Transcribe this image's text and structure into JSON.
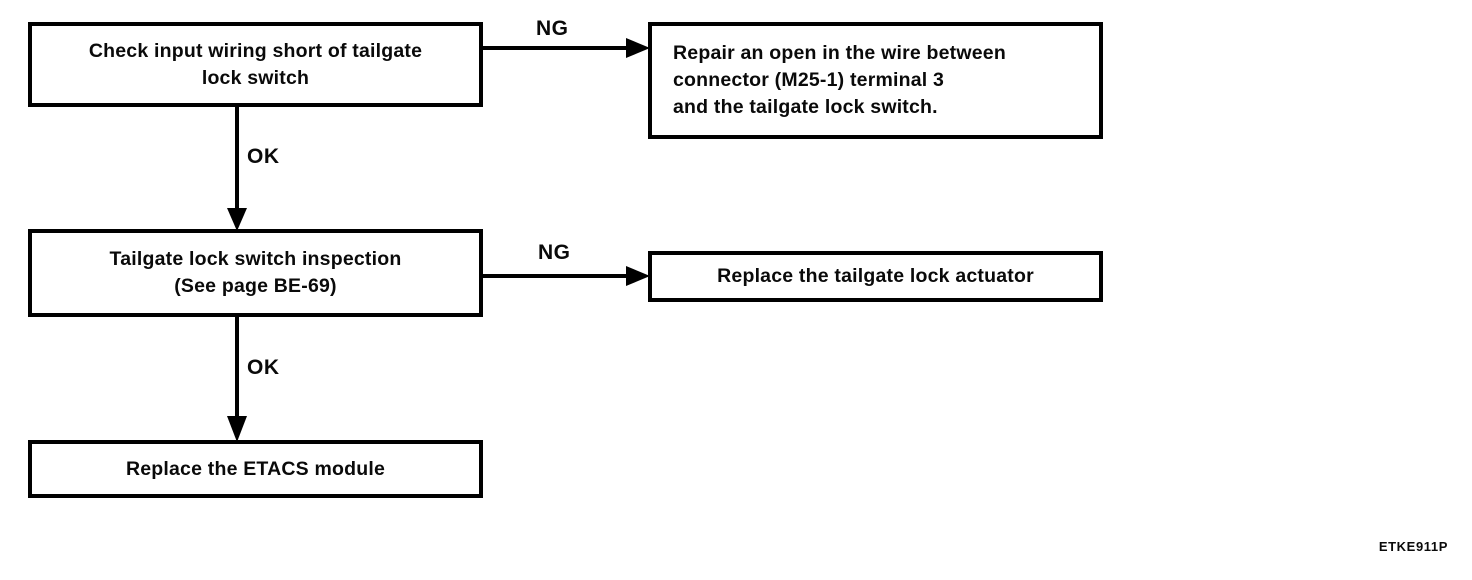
{
  "diagram": {
    "type": "flowchart",
    "nodes": {
      "check_wiring": {
        "text": "Check input wiring short of tailgate\nlock switch"
      },
      "repair_open": {
        "text": "Repair an open in the wire between\nconnector (M25-1) terminal 3\nand the tailgate lock switch."
      },
      "switch_inspection": {
        "text": "Tailgate lock switch inspection\n(See page BE-69)"
      },
      "replace_actuator": {
        "text": "Replace the tailgate lock actuator"
      },
      "replace_etacs": {
        "text": "Replace the ETACS module"
      }
    },
    "edges": {
      "check_wiring_ng": {
        "label": "NG",
        "from": "check_wiring",
        "to": "repair_open"
      },
      "check_wiring_ok": {
        "label": "OK",
        "from": "check_wiring",
        "to": "switch_inspection"
      },
      "inspection_ng": {
        "label": "NG",
        "from": "switch_inspection",
        "to": "replace_actuator"
      },
      "inspection_ok": {
        "label": "OK",
        "from": "switch_inspection",
        "to": "replace_etacs"
      }
    },
    "figure_code": "ETKE911P"
  },
  "colors": {
    "background": "#ffffff",
    "line": "#000000",
    "text": "#0a0a0a"
  }
}
